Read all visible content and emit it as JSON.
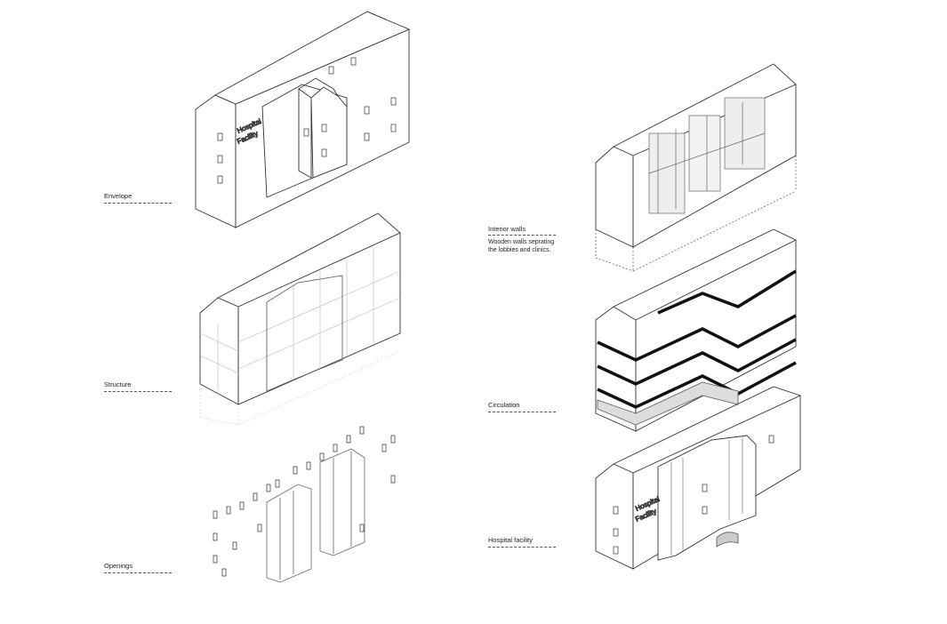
{
  "labels": {
    "envelope": "Envelope",
    "structure": "Structure",
    "openings": "Openings",
    "interior_walls": "Interior walls",
    "interior_walls_note_1": "Wooden walls seprating",
    "interior_walls_note_2": "the lobbies and clinics.",
    "circulation": "Circulation",
    "hospital_facility": "Hospital facility"
  },
  "signage": {
    "line1": "Hospital",
    "line2": "Facility"
  }
}
